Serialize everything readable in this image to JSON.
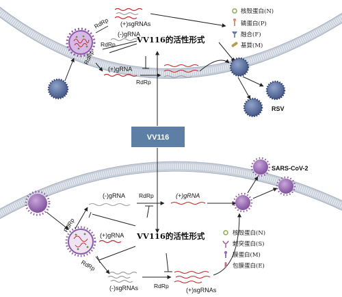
{
  "center": {
    "label": "VV116",
    "color": "#5d7fa6"
  },
  "rsv": {
    "virus_name": "RSV",
    "rdrp_a": "RdRp",
    "rdrp_b": "RdRp",
    "rdrp_c": "RdRp",
    "rdrp_d": "RdRp",
    "sgrnas": "(+)sgRNAs",
    "neg_grna": "(-)gRNA",
    "pos_grna": "(+)gRNA",
    "active_form": "VV116的活性形式",
    "legend": [
      {
        "icon": "circle",
        "text": "核殼蛋白(N)"
      },
      {
        "icon": "pin",
        "text": "磷蛋白(P)"
      },
      {
        "icon": "fork",
        "text": "融合(F)"
      },
      {
        "icon": "capsule",
        "text": "基質(M)"
      }
    ]
  },
  "sars": {
    "virus_name": "SARS-CoV-2",
    "neg_grna": "(-)gRNA",
    "pos_grna_a": "(+)gRNA",
    "pos_grna_b": "(+)gRNA",
    "neg_sgrnas": "(-)sgRNAs",
    "pos_sgrnas": "(+)sgRNAs",
    "rdrp_a": "RdRp",
    "rdrp_b": "RdRp",
    "rdrp_c": "RdRp",
    "rdrp_d": "RdRp",
    "active_form": "VV116的活性形式",
    "legend": [
      {
        "icon": "circle",
        "text": "核殼蛋白(N)"
      },
      {
        "icon": "fork",
        "text": "刺突蛋白(S)"
      },
      {
        "icon": "pin",
        "text": "膜蛋白(M)"
      },
      {
        "icon": "bar",
        "text": "包膜蛋白(E)"
      }
    ]
  },
  "colors": {
    "membrane": "#d9dee6",
    "membrane_line": "#aab4c2",
    "rsv_virus": "#4a5f8f",
    "rsv_cell_virus": "#8e5aa8",
    "sars_virus": "#8a5ca3",
    "rna_red": "#c62828",
    "rna_gray": "#9e9e9e"
  }
}
